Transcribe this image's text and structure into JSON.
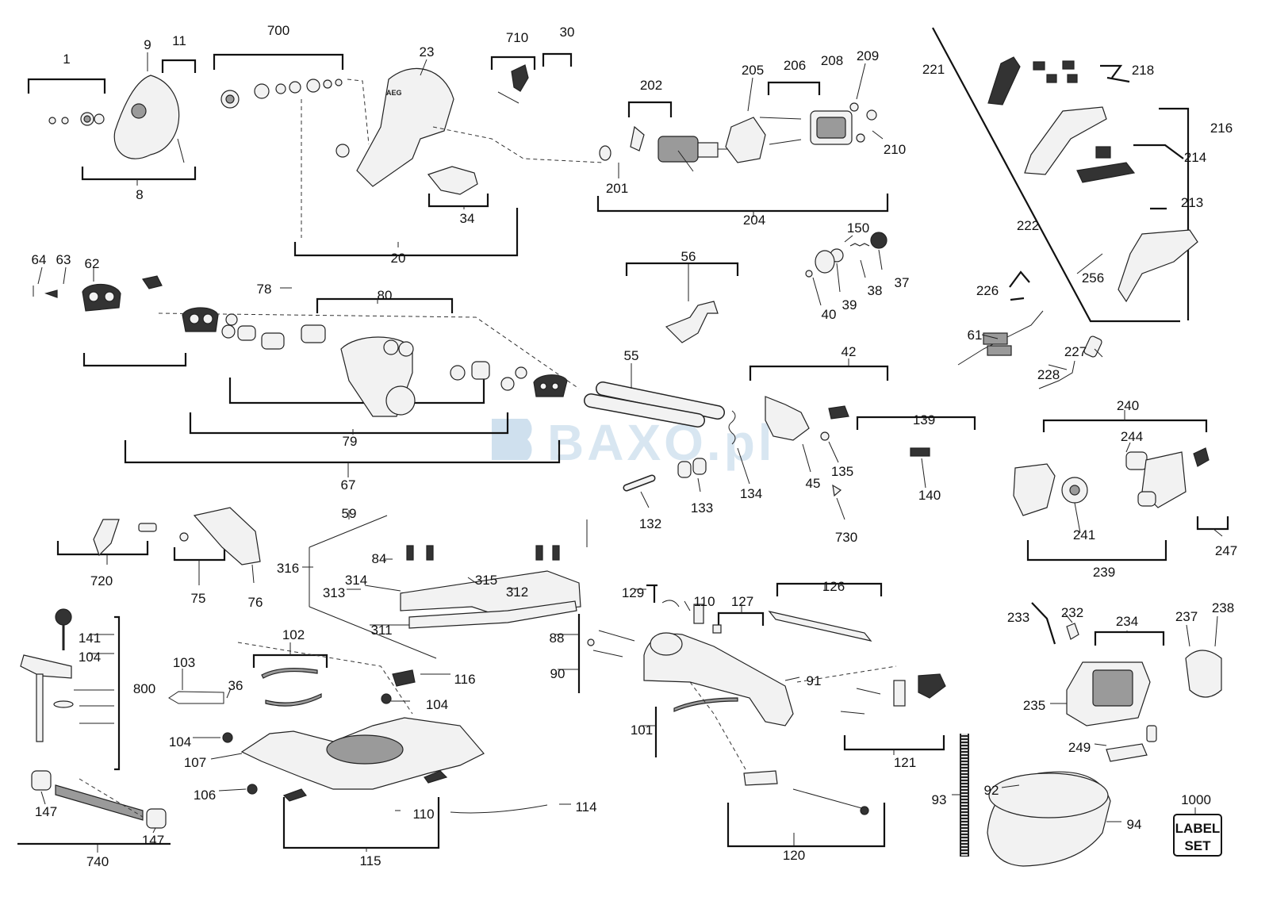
{
  "diagram": {
    "watermark": "BAXO.pl",
    "label_set_box": [
      "LABEL",
      "SET"
    ],
    "part_numbers": [
      "1",
      "9",
      "11",
      "700",
      "23",
      "710",
      "30",
      "8",
      "34",
      "20",
      "202",
      "205",
      "206",
      "208",
      "209",
      "210",
      "201",
      "204",
      "221",
      "218",
      "216",
      "214",
      "213",
      "222",
      "226",
      "256",
      "64",
      "63",
      "62",
      "78",
      "80",
      "79",
      "56",
      "55",
      "150",
      "37",
      "38",
      "39",
      "40",
      "61",
      "227",
      "228",
      "42",
      "139",
      "140",
      "135",
      "45",
      "134",
      "133",
      "132",
      "730",
      "67",
      "59",
      "240",
      "244",
      "241",
      "239",
      "247",
      "720",
      "75",
      "76",
      "316",
      "84",
      "314",
      "315",
      "313",
      "312",
      "311",
      "129",
      "110",
      "127",
      "126",
      "88",
      "90",
      "91",
      "101",
      "121",
      "141",
      "104",
      "800",
      "102",
      "103",
      "36",
      "116",
      "107",
      "106",
      "110",
      "114",
      "115",
      "147",
      "740",
      "120",
      "93",
      "92",
      "94",
      "1000",
      "233",
      "232",
      "234",
      "237",
      "238",
      "235",
      "249"
    ]
  }
}
